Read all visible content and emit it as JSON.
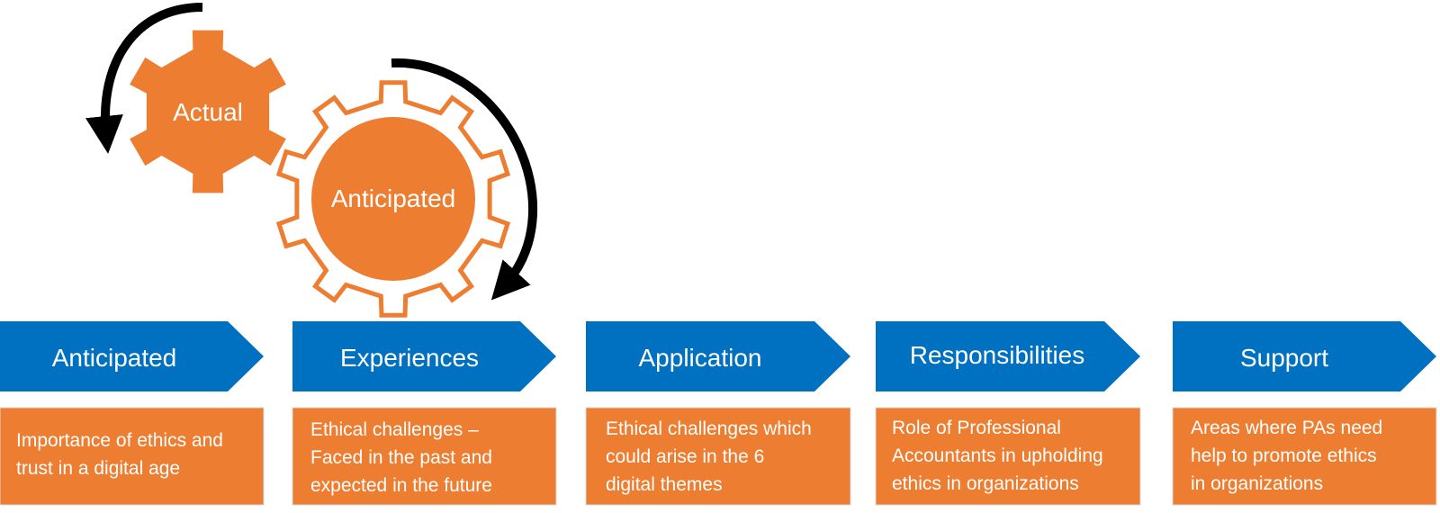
{
  "colors": {
    "orange": "#ED7D31",
    "orange_outline": "#ED7D31",
    "blue": "#0070C0",
    "arrow": "#000000",
    "text": "#FFFFFF"
  },
  "gears": {
    "actual": "Actual",
    "anticipated": "Anticipated"
  },
  "stages": [
    {
      "label": "Anticipated",
      "desc": [
        "Importance of ethics and",
        "trust in a digital age"
      ]
    },
    {
      "label": "Experiences",
      "desc": [
        "Ethical challenges –",
        "Faced in the past and",
        "expected in the future"
      ]
    },
    {
      "label": "Application",
      "desc": [
        "Ethical challenges which",
        "could arise in the 6",
        "digital themes"
      ]
    },
    {
      "label": "Responsibilities",
      "desc": [
        "Role of Professional",
        "Accountants in upholding",
        "ethics in organizations"
      ]
    },
    {
      "label": "Support",
      "desc": [
        "Areas where PAs need",
        "help to promote ethics",
        "in organizations"
      ]
    }
  ]
}
